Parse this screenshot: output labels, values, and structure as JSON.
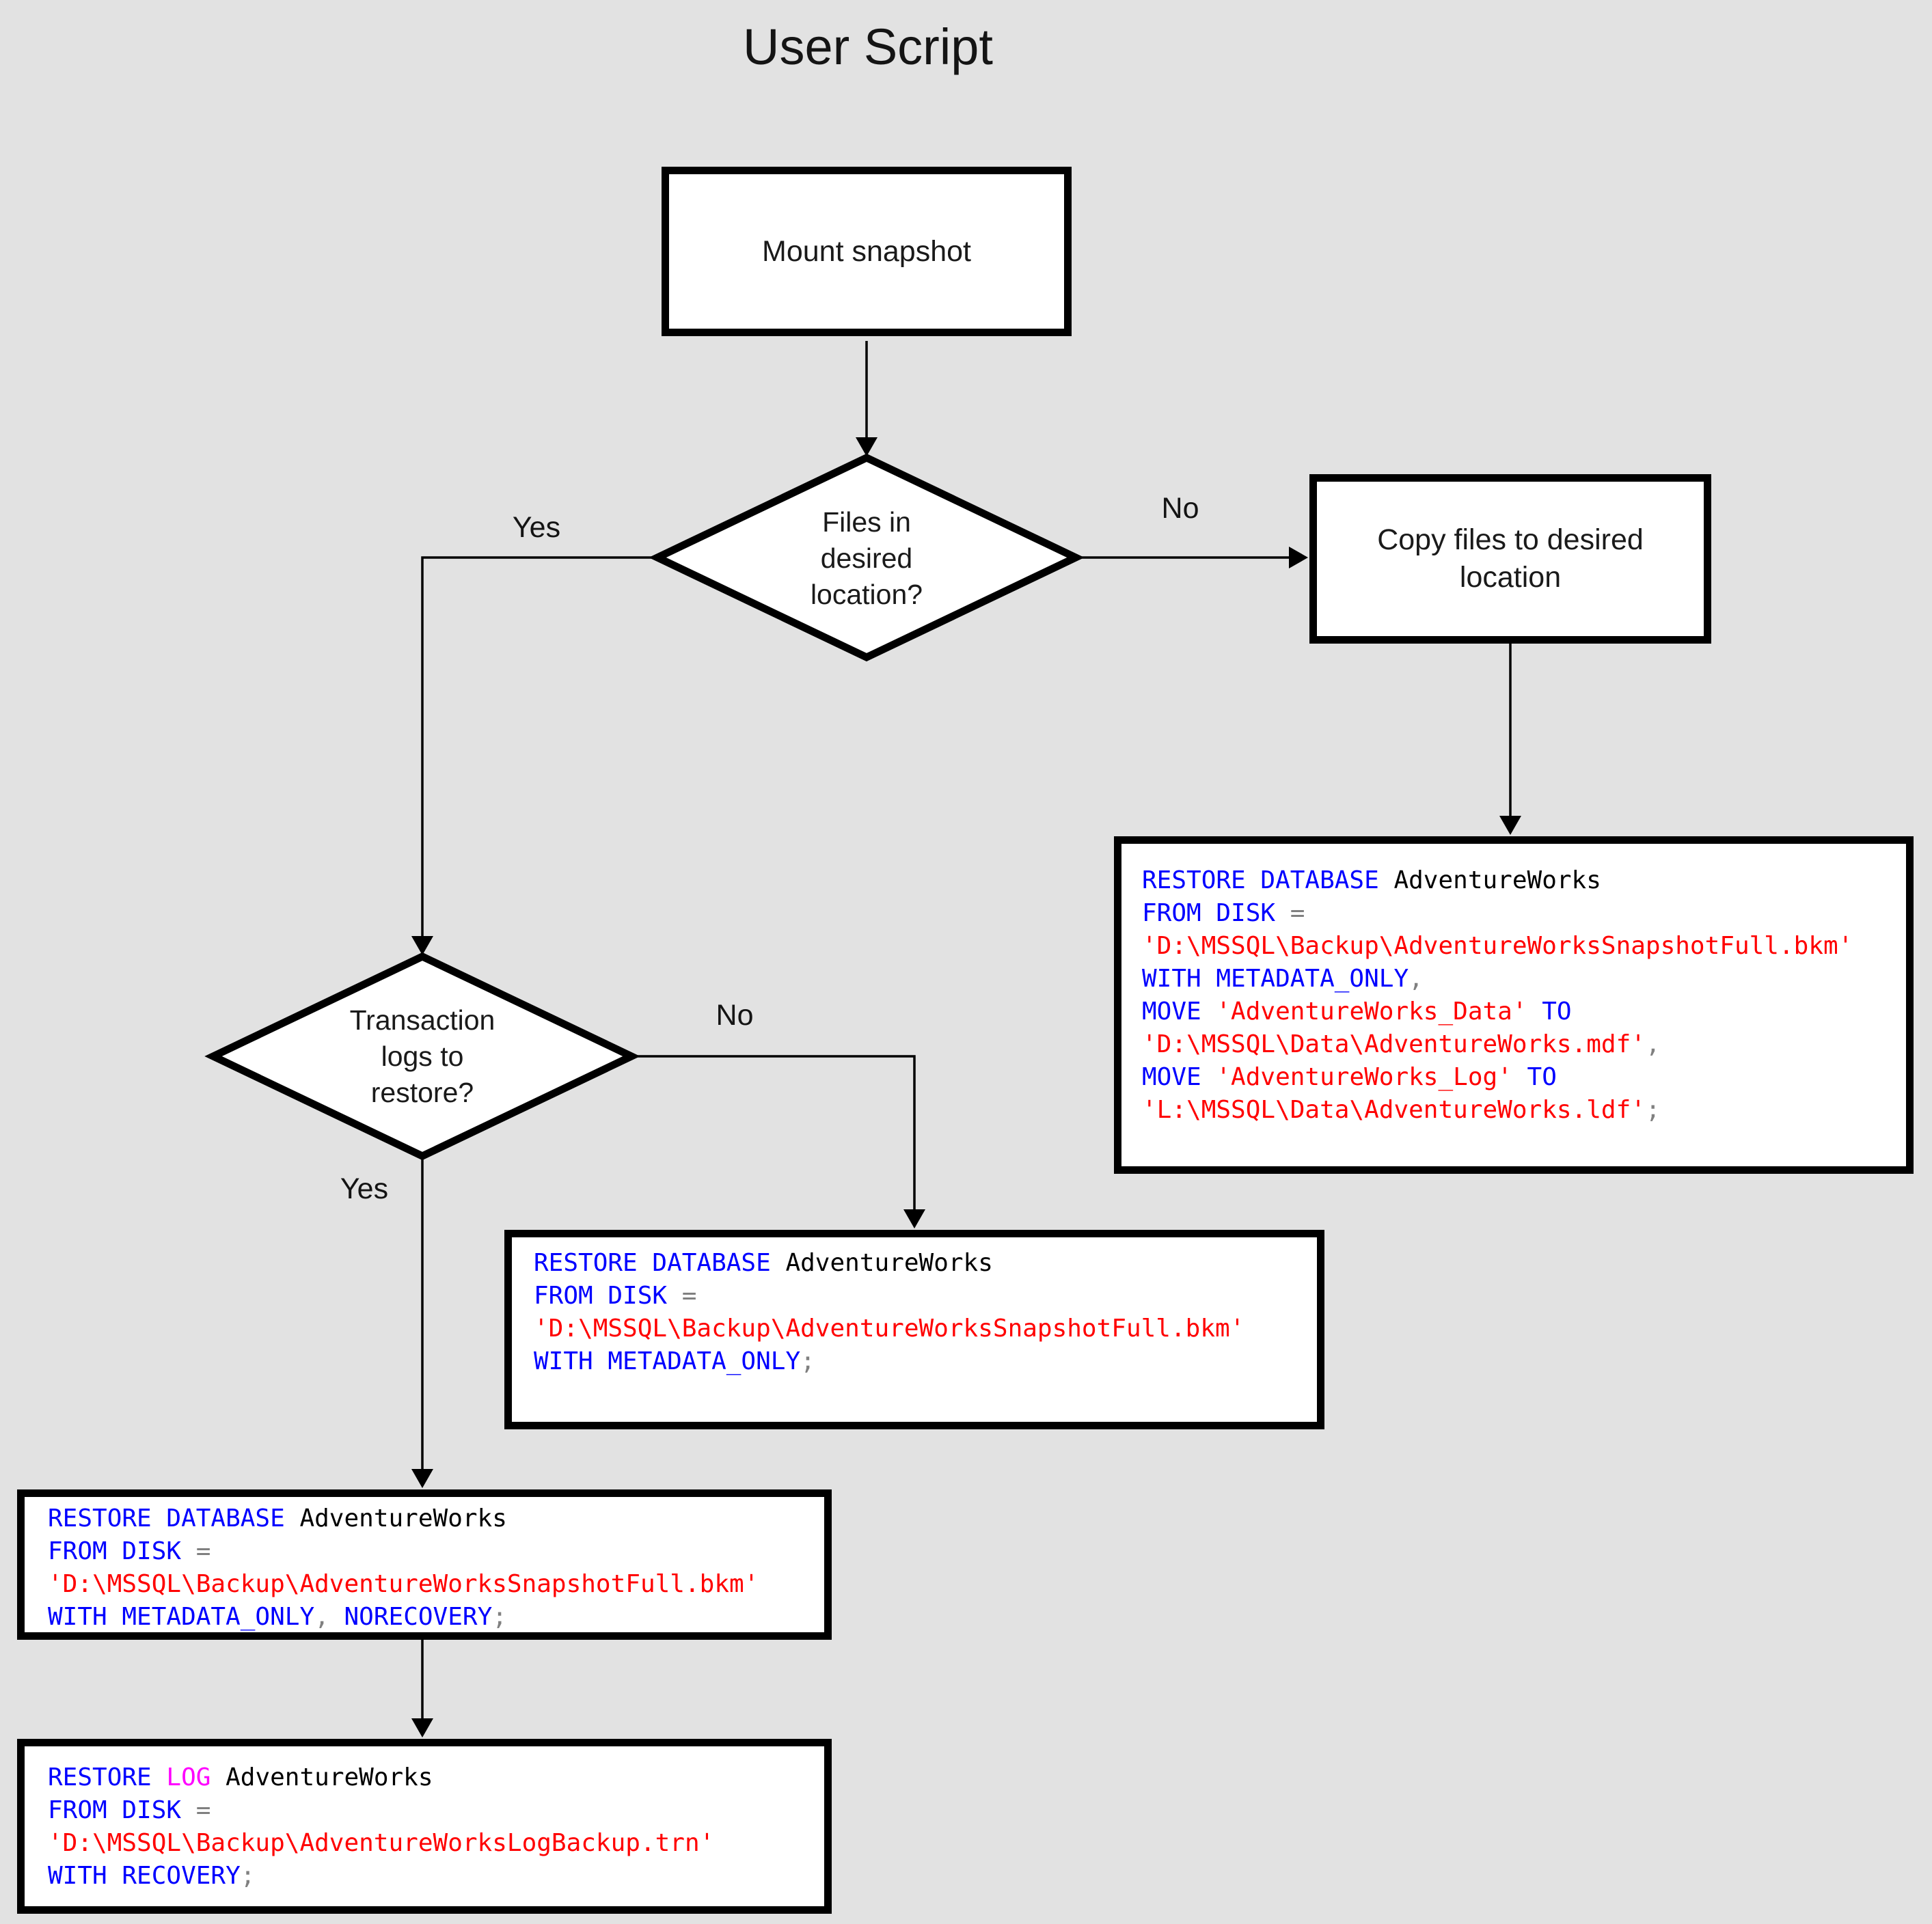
{
  "title": "User Script",
  "colors": {
    "keyword": "#0000ff",
    "string": "#ff0000",
    "identifier": "#000000",
    "operator": "#808080",
    "special": "#ff00ff"
  },
  "nodes": {
    "mount": {
      "label": "Mount snapshot"
    },
    "files_decision": {
      "line1": "Files in",
      "line2": "desired",
      "line3": "location?"
    },
    "copy_files": {
      "label": "Copy files to desired location"
    },
    "logs_decision": {
      "line1": "Transaction",
      "line2": "logs to",
      "line3": "restore?"
    }
  },
  "edge_labels": {
    "files_yes": "Yes",
    "files_no": "No",
    "logs_no": "No",
    "logs_yes": "Yes"
  },
  "code_boxes": {
    "restore_full_move": {
      "lines": [
        [
          {
            "t": "RESTORE DATABASE",
            "c": "keyword"
          },
          {
            "t": " AdventureWorks",
            "c": "identifier"
          }
        ],
        [
          {
            "t": "FROM DISK ",
            "c": "keyword"
          },
          {
            "t": "=",
            "c": "operator"
          }
        ],
        [
          {
            "t": "'D:\\MSSQL\\Backup\\AdventureWorksSnapshotFull.bkm'",
            "c": "string"
          }
        ],
        [
          {
            "t": "WITH METADATA_ONLY",
            "c": "keyword"
          },
          {
            "t": ",",
            "c": "operator"
          }
        ],
        [
          {
            "t": "MOVE ",
            "c": "keyword"
          },
          {
            "t": "'AdventureWorks_Data'",
            "c": "string"
          },
          {
            "t": " TO",
            "c": "keyword"
          }
        ],
        [
          {
            "t": "'D:\\MSSQL\\Data\\AdventureWorks.mdf'",
            "c": "string"
          },
          {
            "t": ",",
            "c": "operator"
          }
        ],
        [
          {
            "t": "MOVE ",
            "c": "keyword"
          },
          {
            "t": "'AdventureWorks_Log'",
            "c": "string"
          },
          {
            "t": " TO",
            "c": "keyword"
          }
        ],
        [
          {
            "t": "'L:\\MSSQL\\Data\\AdventureWorks.ldf'",
            "c": "string"
          },
          {
            "t": ";",
            "c": "operator"
          }
        ]
      ]
    },
    "restore_metadata_only": {
      "lines": [
        [
          {
            "t": "RESTORE DATABASE",
            "c": "keyword"
          },
          {
            "t": " AdventureWorks",
            "c": "identifier"
          }
        ],
        [
          {
            "t": "FROM DISK ",
            "c": "keyword"
          },
          {
            "t": "=",
            "c": "operator"
          }
        ],
        [
          {
            "t": "'D:\\MSSQL\\Backup\\AdventureWorksSnapshotFull.bkm'",
            "c": "string"
          }
        ],
        [
          {
            "t": "WITH METADATA_ONLY",
            "c": "keyword"
          },
          {
            "t": ";",
            "c": "operator"
          }
        ]
      ]
    },
    "restore_norecovery": {
      "lines": [
        [
          {
            "t": "RESTORE DATABASE",
            "c": "keyword"
          },
          {
            "t": " AdventureWorks",
            "c": "identifier"
          }
        ],
        [
          {
            "t": "FROM DISK ",
            "c": "keyword"
          },
          {
            "t": "=",
            "c": "operator"
          }
        ],
        [
          {
            "t": "'D:\\MSSQL\\Backup\\AdventureWorksSnapshotFull.bkm'",
            "c": "string"
          }
        ],
        [
          {
            "t": "WITH METADATA_ONLY",
            "c": "keyword"
          },
          {
            "t": ",",
            "c": "operator"
          },
          {
            "t": " NORECOVERY",
            "c": "keyword"
          },
          {
            "t": ";",
            "c": "operator"
          }
        ]
      ]
    },
    "restore_log": {
      "lines": [
        [
          {
            "t": "RESTORE ",
            "c": "keyword"
          },
          {
            "t": "LOG",
            "c": "special"
          },
          {
            "t": " AdventureWorks",
            "c": "identifier"
          }
        ],
        [
          {
            "t": "FROM DISK ",
            "c": "keyword"
          },
          {
            "t": "=",
            "c": "operator"
          }
        ],
        [
          {
            "t": "'D:\\MSSQL\\Backup\\AdventureWorksLogBackup.trn'",
            "c": "string"
          }
        ],
        [
          {
            "t": "WITH RECOVERY",
            "c": "keyword"
          },
          {
            "t": ";",
            "c": "operator"
          }
        ]
      ]
    }
  }
}
